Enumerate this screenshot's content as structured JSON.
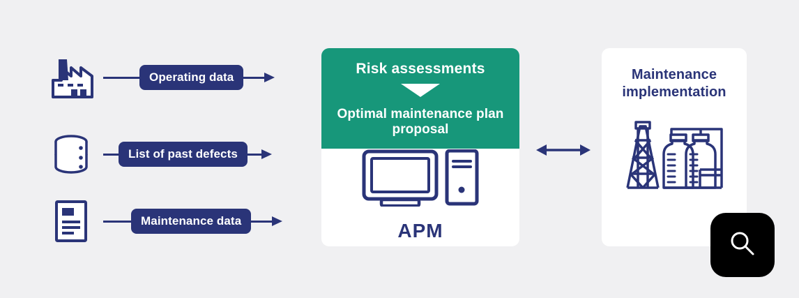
{
  "theme": {
    "background": "#f0f0f2",
    "navy": "#2a3478",
    "teal": "#17977a",
    "card": "#ffffff",
    "fab": "#000000"
  },
  "sources": [
    {
      "icon": "factory-icon",
      "label": "Operating data"
    },
    {
      "icon": "database-icon",
      "label": "List of past defects"
    },
    {
      "icon": "document-icon",
      "label": "Maintenance data"
    }
  ],
  "center": {
    "header_line1": "Risk assessments",
    "header_arrow": "chevron-down-icon",
    "header_line2": "Optimal maintenance plan proposal",
    "body_icon": "desktop-computer-icon",
    "body_label": "APM"
  },
  "link": {
    "icon": "bidirectional-arrow-icon"
  },
  "right": {
    "title": "Maintenance implementation",
    "icon": "oil-refinery-icon"
  },
  "fab": {
    "icon": "search-icon"
  }
}
